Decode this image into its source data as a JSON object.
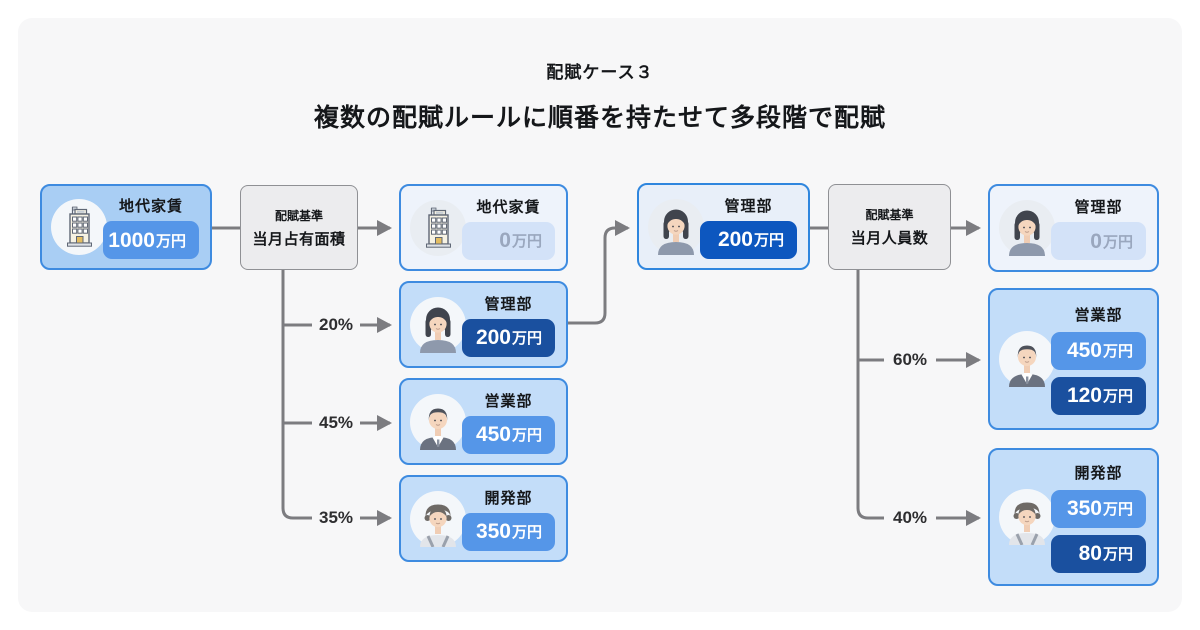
{
  "header": {
    "title": "配賦ケース３",
    "subtitle": "複数の配賦ルールに順番を持たせて多段階で配賦"
  },
  "stage1": {
    "source": {
      "label": "地代家賃",
      "amount": {
        "num": "1000",
        "unit": "万円"
      }
    },
    "basis": {
      "caption": "配賦基準",
      "label": "当月占有面積"
    },
    "branches": [
      {
        "percent": "20%"
      },
      {
        "percent": "45%"
      },
      {
        "percent": "35%"
      }
    ],
    "results": [
      {
        "label": "地代家賃",
        "amount": {
          "num": "0",
          "unit": "万円"
        }
      },
      {
        "label": "管理部",
        "amount": {
          "num": "200",
          "unit": "万円"
        }
      },
      {
        "label": "営業部",
        "amount": {
          "num": "450",
          "unit": "万円"
        }
      },
      {
        "label": "開発部",
        "amount": {
          "num": "350",
          "unit": "万円"
        }
      }
    ]
  },
  "stage2": {
    "source": {
      "label": "管理部",
      "amount": {
        "num": "200",
        "unit": "万円"
      }
    },
    "basis": {
      "caption": "配賦基準",
      "label": "当月人員数"
    },
    "branches": [
      {
        "percent": "60%"
      },
      {
        "percent": "40%"
      }
    ],
    "results": [
      {
        "label": "管理部",
        "amount": {
          "num": "0",
          "unit": "万円"
        }
      },
      {
        "label": "営業部",
        "amounts": [
          {
            "num": "450",
            "unit": "万円"
          },
          {
            "num": "120",
            "unit": "万円"
          }
        ]
      },
      {
        "label": "開発部",
        "amounts": [
          {
            "num": "350",
            "unit": "万円"
          },
          {
            "num": "80",
            "unit": "万円"
          }
        ]
      }
    ]
  },
  "icons": {
    "rent": "building-icon",
    "admin": "woman-avatar-icon",
    "sales": "man-avatar-icon",
    "dev": "person-avatar-icon"
  },
  "colors": {
    "panel_bg": "#f7f7f8",
    "card_blue_bg": "#c3ddf9",
    "card_border": "#3e8be0",
    "pill_medium": "#5596e8",
    "pill_dark": "#1a509f",
    "pill_royal": "#0d57bf",
    "pill_muted_bg": "#d3e2f8",
    "connector_gray": "#7c7c80"
  }
}
